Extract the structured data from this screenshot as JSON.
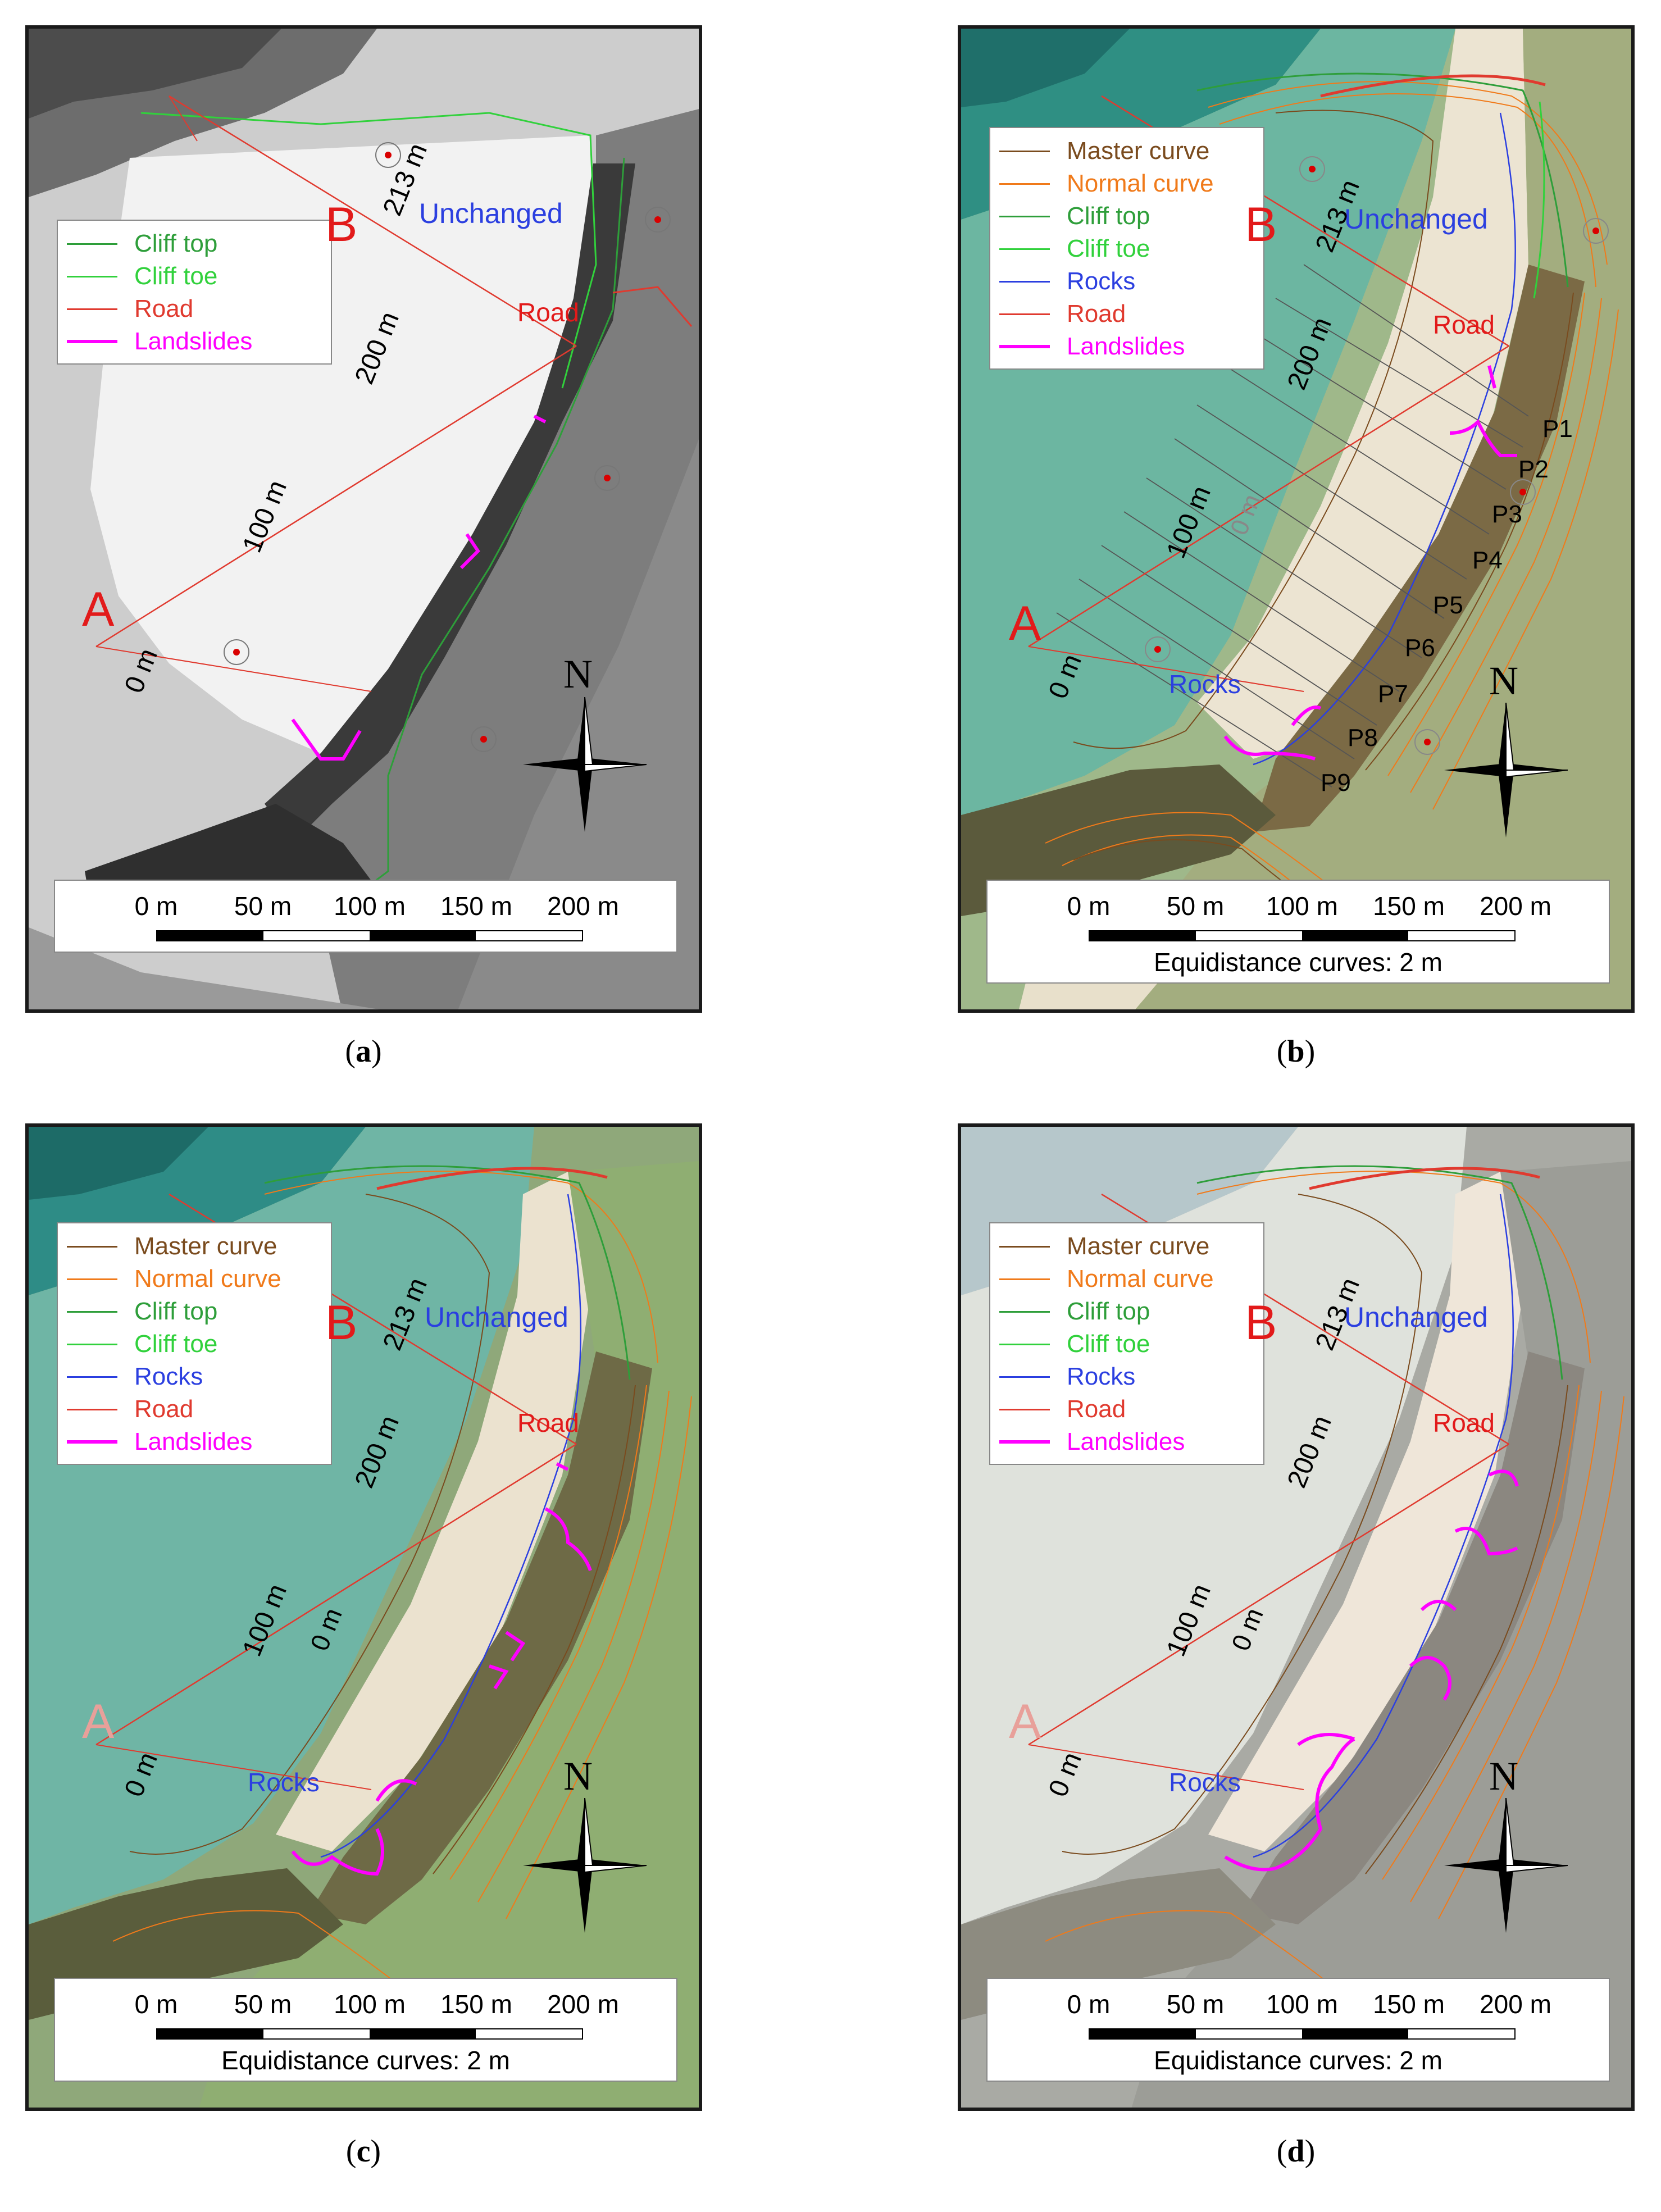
{
  "panels": {
    "a": {
      "caption_letter": "a",
      "legend": [
        {
          "label": "Cliff top",
          "color": "#2e9e3a",
          "text_color": "#2e9e3a"
        },
        {
          "label": "Cliff toe",
          "color": "#31d13c",
          "text_color": "#31d13c"
        },
        {
          "label": "Road",
          "color": "#e03a2f",
          "text_color": "#e03a2f"
        },
        {
          "label": "Landslides",
          "color": "#ff00ff",
          "text_color": "#ff00ff"
        }
      ],
      "labels": {
        "A": "A",
        "B": "B",
        "unchanged": "Unchanged",
        "road": "Road",
        "d0": "0 m",
        "d100": "100 m",
        "d200": "200 m",
        "d213": "213 m"
      },
      "north": "N",
      "scale": {
        "ticks": [
          "0 m",
          "50 m",
          "100 m",
          "150 m",
          "200 m"
        ],
        "note": ""
      }
    },
    "b": {
      "caption_letter": "b",
      "legend": [
        {
          "label": "Master curve",
          "color": "#7a4b1e",
          "text_color": "#7a4b1e"
        },
        {
          "label": "Normal curve",
          "color": "#f07a1a",
          "text_color": "#f07a1a"
        },
        {
          "label": "Cliff top",
          "color": "#2e9e3a",
          "text_color": "#2e9e3a"
        },
        {
          "label": "Cliff toe",
          "color": "#31d13c",
          "text_color": "#31d13c"
        },
        {
          "label": "Rocks",
          "color": "#2b3fe0",
          "text_color": "#2b3fe0"
        },
        {
          "label": "Road",
          "color": "#e03a2f",
          "text_color": "#e03a2f"
        },
        {
          "label": "Landslides",
          "color": "#ff00ff",
          "text_color": "#ff00ff"
        }
      ],
      "labels": {
        "A": "A",
        "B": "B",
        "unchanged": "Unchanged",
        "road": "Road",
        "rocks": "Rocks",
        "d0": "0 m",
        "d100": "100 m",
        "d200": "200 m",
        "d213": "213 m",
        "contour0": "0 m"
      },
      "profiles": [
        "P1",
        "P2",
        "P3",
        "P4",
        "P5",
        "P6",
        "P7",
        "P8",
        "P9"
      ],
      "north": "N",
      "scale": {
        "ticks": [
          "0 m",
          "50 m",
          "100 m",
          "150 m",
          "200 m"
        ],
        "note": "Equidistance curves: 2 m"
      }
    },
    "c": {
      "caption_letter": "c",
      "legend": [
        {
          "label": "Master curve",
          "color": "#7a4b1e",
          "text_color": "#7a4b1e"
        },
        {
          "label": "Normal curve",
          "color": "#f07a1a",
          "text_color": "#f07a1a"
        },
        {
          "label": "Cliff top",
          "color": "#2e9e3a",
          "text_color": "#2e9e3a"
        },
        {
          "label": "Cliff toe",
          "color": "#31d13c",
          "text_color": "#31d13c"
        },
        {
          "label": "Rocks",
          "color": "#2b3fe0",
          "text_color": "#2b3fe0"
        },
        {
          "label": "Road",
          "color": "#e03a2f",
          "text_color": "#e03a2f"
        },
        {
          "label": "Landslides",
          "color": "#ff00ff",
          "text_color": "#ff00ff"
        }
      ],
      "labels": {
        "A": "A",
        "B": "B",
        "unchanged": "Unchanged",
        "road": "Road",
        "rocks": "Rocks",
        "d0": "0 m",
        "d100": "100 m",
        "d200": "200 m",
        "d213": "213 m",
        "contour0": "0 m"
      },
      "north": "N",
      "scale": {
        "ticks": [
          "0 m",
          "50 m",
          "100 m",
          "150 m",
          "200 m"
        ],
        "note": "Equidistance curves: 2 m"
      }
    },
    "d": {
      "caption_letter": "d",
      "legend": [
        {
          "label": "Master curve",
          "color": "#7a4b1e",
          "text_color": "#7a4b1e"
        },
        {
          "label": "Normal curve",
          "color": "#f07a1a",
          "text_color": "#f07a1a"
        },
        {
          "label": "Cliff top",
          "color": "#2e9e3a",
          "text_color": "#2e9e3a"
        },
        {
          "label": "Cliff toe",
          "color": "#31d13c",
          "text_color": "#31d13c"
        },
        {
          "label": "Rocks",
          "color": "#2b3fe0",
          "text_color": "#2b3fe0"
        },
        {
          "label": "Road",
          "color": "#e03a2f",
          "text_color": "#e03a2f"
        },
        {
          "label": "Landslides",
          "color": "#ff00ff",
          "text_color": "#ff00ff"
        }
      ],
      "labels": {
        "A": "A",
        "B": "B",
        "unchanged": "Unchanged",
        "road": "Road",
        "rocks": "Rocks",
        "d0": "0 m",
        "d100": "100 m",
        "d200": "200 m",
        "d213": "213 m",
        "contour0": "0 m"
      },
      "north": "N",
      "scale": {
        "ticks": [
          "0 m",
          "50 m",
          "100 m",
          "150 m",
          "200 m"
        ],
        "note": "Equidistance curves: 2 m"
      }
    }
  }
}
